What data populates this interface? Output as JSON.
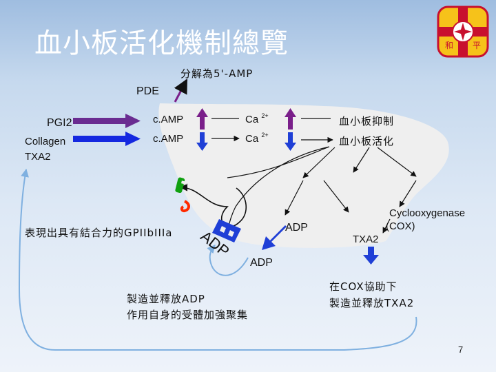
{
  "slide": {
    "title": "血小板活化機制總覽",
    "page_number": "7"
  },
  "labels": {
    "breakdown": "分解為5'-AMP",
    "pde": "PDE",
    "pgi2": "PGI2",
    "collagen": "Collagen",
    "txa2_left": "TXA2",
    "camp_top": "c.AMP",
    "camp_bottom": "c.AMP",
    "ca_top": "Ca",
    "ca_top_sup": "2+",
    "ca_bottom": "Ca",
    "ca_bottom_sup": "2+",
    "inhibit": "血小板抑制",
    "activate": "血小板活化",
    "gp_receptor": "表現出具有結合力的GPIIbIIIa",
    "adp_rotated": "ADP",
    "adp_center": "ADP",
    "adp_lower": "ADP",
    "cox_line1": "Cyclooxygenase",
    "cox_line2": "(COX)",
    "txa2_right": "TXA2",
    "cox_help_line1": "在COX協助下",
    "cox_help_line2": "製造並釋放TXA2",
    "release_adp_line1": "製造並釋放ADP",
    "release_adp_line2": "作用自身的受體加強聚集"
  },
  "colors": {
    "title": "#ffffff",
    "pgi2_arrow": "#6a2c91",
    "collagen_arrow": "#1428e0",
    "up_arrow": "#7a1f8a",
    "down_arrow": "#1f3fd6",
    "receptor_red": "#ff2a00",
    "receptor_green": "#10a010",
    "receptor_blue": "#1f3fd6",
    "platelet_fill": "#efefef",
    "feedback_line": "#7fb0e0"
  },
  "logo": {
    "text_left": "和",
    "text_right": "平"
  }
}
